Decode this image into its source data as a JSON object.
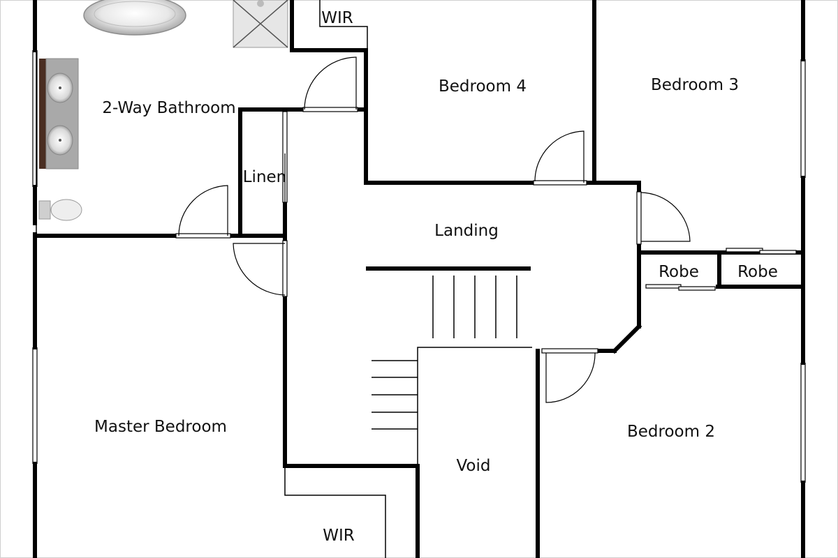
{
  "plan": {
    "rooms": {
      "two_way_bathroom": "2-Way Bathroom",
      "linen": "Linen",
      "wir_top": "WIR",
      "bedroom_4": "Bedroom 4",
      "bedroom_3": "Bedroom 3",
      "landing": "Landing",
      "robe_left": "Robe",
      "robe_right": "Robe",
      "master_bedroom": "Master Bedroom",
      "bedroom_2": "Bedroom 2",
      "void": "Void",
      "wir_bottom": "WIR"
    },
    "colors": {
      "wall": "#000000",
      "vanity_wood": "#4a2e22",
      "vanity_counter": "#a9a9a9",
      "fixture_grey": "#cfcfcf",
      "shower_tray": "#e6e6e6",
      "frame_border": "#cfcfcf"
    }
  }
}
